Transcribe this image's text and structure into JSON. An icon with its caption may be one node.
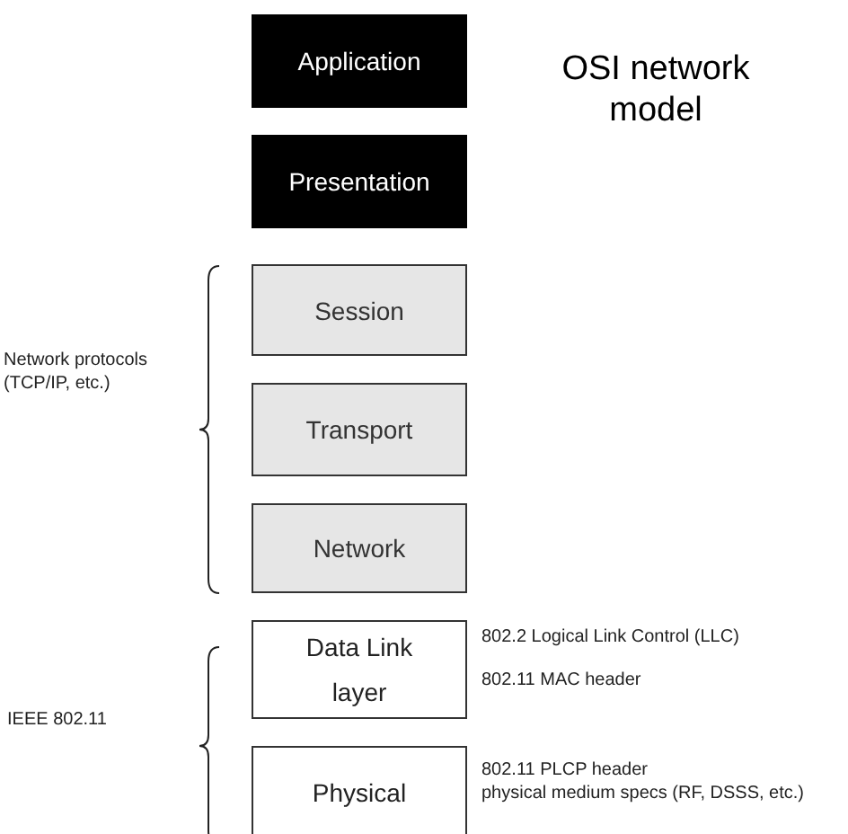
{
  "diagram": {
    "title": "OSI network model",
    "nodes": [
      {
        "text": [
          "Application"
        ]
      },
      {
        "text": [
          "Presentation"
        ]
      },
      {
        "text": [
          "Session"
        ]
      },
      {
        "text": [
          "Transport"
        ]
      },
      {
        "text": [
          "Network"
        ]
      },
      {
        "text": [
          "Data Link",
          "layer"
        ],
        "beside": [
          "802.2 Logical Link Control (LLC)",
          "802.11 MAC header"
        ]
      },
      {
        "text": [
          "Physical"
        ],
        "beside": [
          "802.11 PLCP header",
          "physical medium specs (RF, DSSS, etc.)"
        ]
      }
    ],
    "labels": [
      "Network protocols (TCP/IP, etc.)",
      "IEEE 802.11"
    ]
  }
}
